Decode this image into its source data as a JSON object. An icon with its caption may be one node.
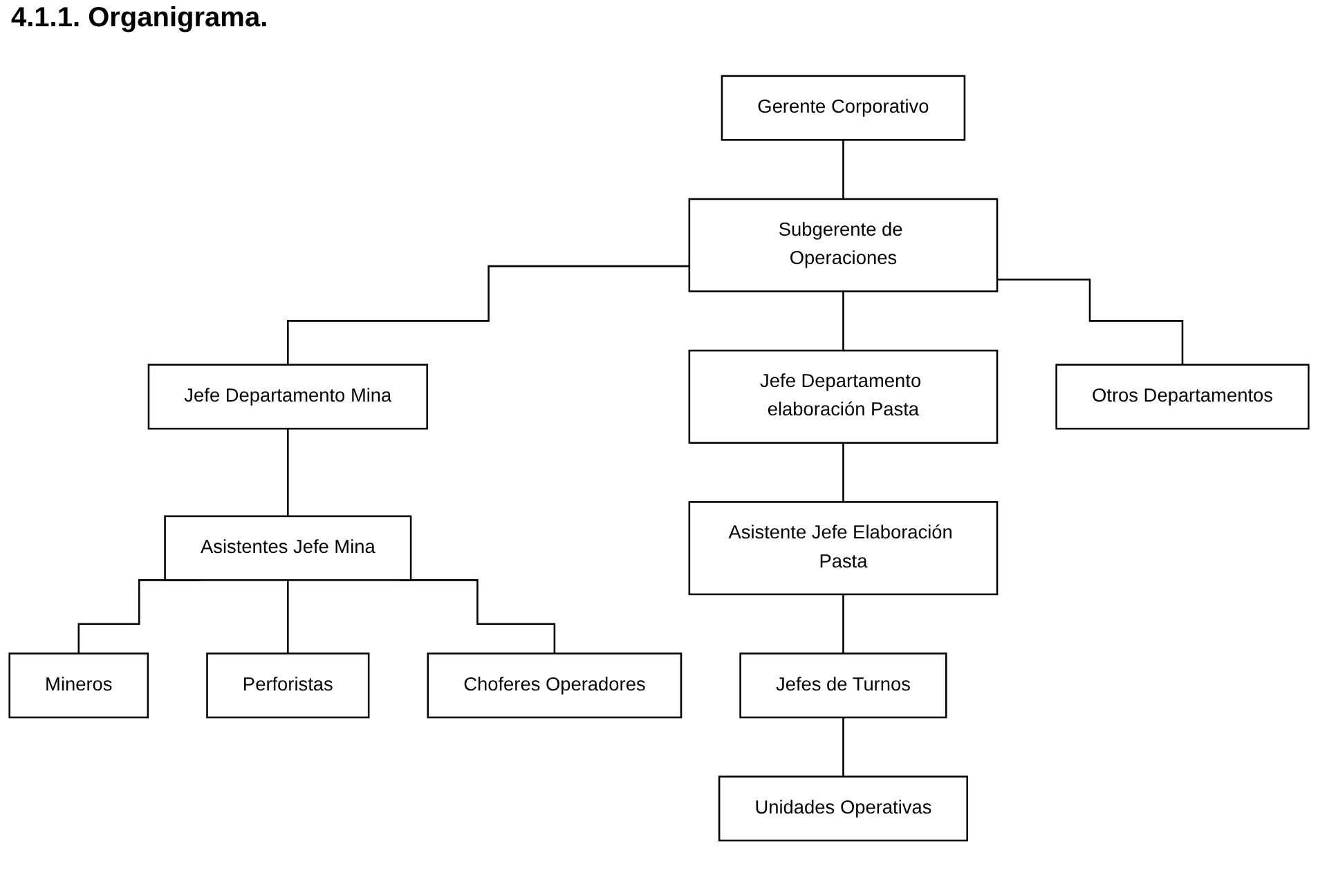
{
  "diagram": {
    "title": "4.1.1. Organigrama.",
    "nodes": [
      {
        "text": [
          "Gerente Corporativo"
        ]
      },
      {
        "text": [
          "Subgerente de Operaciones"
        ]
      },
      {
        "text": [
          "Jefe Departamento Mina"
        ]
      },
      {
        "text": [
          "Jefe Departamento elaboración Pasta"
        ]
      },
      {
        "text": [
          "Otros Departamentos"
        ]
      },
      {
        "text": [
          "Asistentes Jefe Mina"
        ]
      },
      {
        "text": [
          "Asistente Jefe Elaboración Pasta"
        ]
      },
      {
        "text": [
          "Mineros"
        ]
      },
      {
        "text": [
          "Perforistas"
        ]
      },
      {
        "text": [
          "Choferes Operadores"
        ]
      },
      {
        "text": [
          "Jefes de Turnos"
        ]
      },
      {
        "text": [
          "Unidades Operativas"
        ]
      }
    ],
    "edges": [
      {
        "from": 0,
        "to": 1,
        "arrow": "none"
      },
      {
        "from": 1,
        "to": 2,
        "arrow": "none"
      },
      {
        "from": 1,
        "to": 3,
        "arrow": "none"
      },
      {
        "from": 1,
        "to": 4,
        "arrow": "none"
      },
      {
        "from": 2,
        "to": 5,
        "arrow": "none"
      },
      {
        "from": 3,
        "to": 6,
        "arrow": "none"
      },
      {
        "from": 5,
        "to": 7,
        "arrow": "none"
      },
      {
        "from": 5,
        "to": 8,
        "arrow": "none"
      },
      {
        "from": 5,
        "to": 9,
        "arrow": "none"
      },
      {
        "from": 6,
        "to": 10,
        "arrow": "none"
      },
      {
        "from": 10,
        "to": 11,
        "arrow": "none"
      }
    ]
  }
}
